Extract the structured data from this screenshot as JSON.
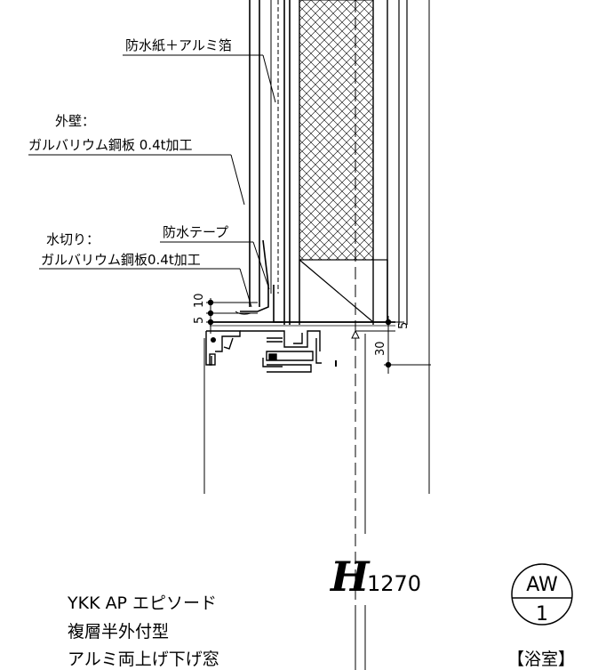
{
  "labels": {
    "waterproof_paper": "防水紙＋アルミ箔",
    "outer_wall_title": "外壁：",
    "outer_wall_material": "ガルバリウム鋼板 0.4t加工",
    "flashing_title": "水切り：",
    "waterproof_tape": "防水テープ",
    "flashing_material": "ガルバリウム鋼板0.4t加工"
  },
  "dimensions": {
    "d10": "10",
    "d5_left": "5",
    "d5_right": "5",
    "d30": "30",
    "height_symbol": "H",
    "height_value": "1270"
  },
  "product": {
    "line1": "YKK AP エピソード",
    "line2": "複層半外付型",
    "line3": "アルミ両上げ下げ窓"
  },
  "tag": {
    "code": "AW",
    "number": "1",
    "room": "【浴室】"
  }
}
